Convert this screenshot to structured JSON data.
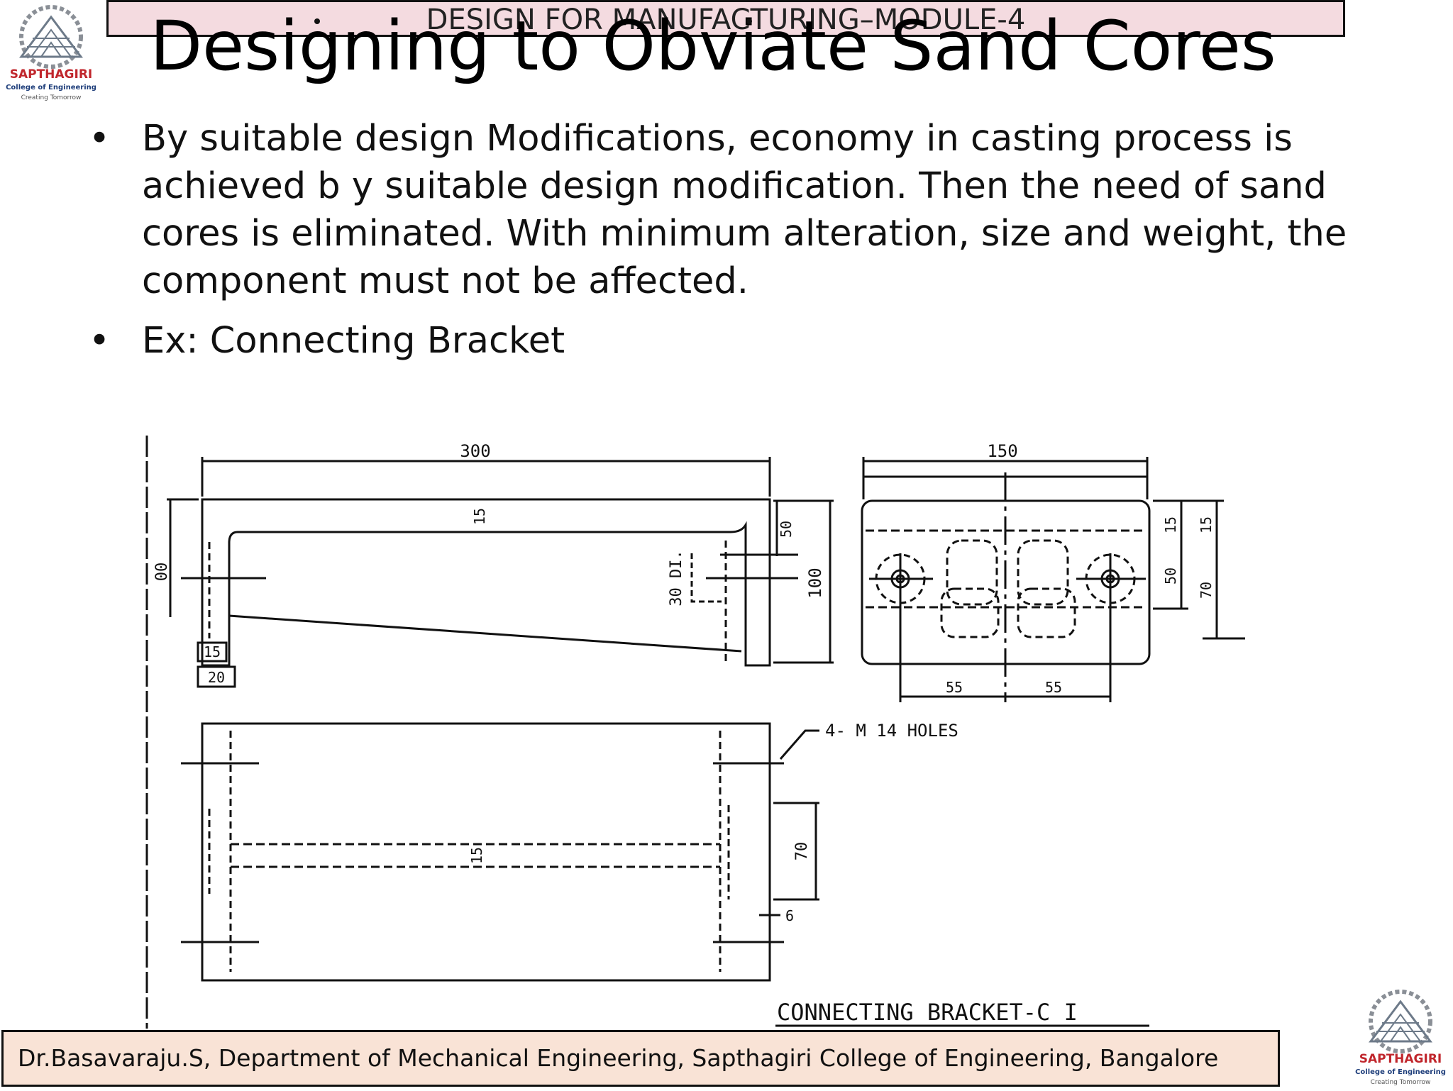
{
  "header": {
    "module_title": "DESIGN FOR MANUFACTURING–MODULE-4"
  },
  "slide": {
    "title": "Designing to Obviate Sand Cores",
    "bullets": [
      "By suitable design Modifications, economy in casting process is achieved b y suitable design modification. Then the need of sand cores is eliminated. With minimum alteration, size and weight, the component must not be affected.",
      "Ex: Connecting Bracket"
    ]
  },
  "drawing": {
    "caption": "CONNECTING BRACKET-C I",
    "holes_note": "4- M 14 HOLES",
    "dimensions": {
      "top_length": "300",
      "left_height": "00",
      "flange_thickness": "15",
      "hole_dia": "30 DI.",
      "right_top": "50",
      "overall_height": "100",
      "lower_left_a": "15",
      "lower_left_b": "20",
      "side_width": "150",
      "side_15": "15",
      "side_50": "50",
      "side_70": "70",
      "side_15b": "15",
      "spacing_left": "55",
      "spacing_right": "55",
      "plan_rib": "15",
      "plan_height": "70",
      "plan_gap": "6"
    }
  },
  "logo": {
    "name": "SAPTHAGIRI",
    "subtitle": "College of Engineering",
    "tagline": "Creating Tomorrow"
  },
  "footer": {
    "text": "Dr.Basavaraju.S, Department of Mechanical Engineering, Sapthagiri College of Engineering, Bangalore"
  },
  "colors": {
    "header_bg": "#f4dbe0",
    "footer_bg": "#f9e3d6",
    "logo_red": "#c0262c",
    "logo_blue": "#1d3d7a"
  }
}
